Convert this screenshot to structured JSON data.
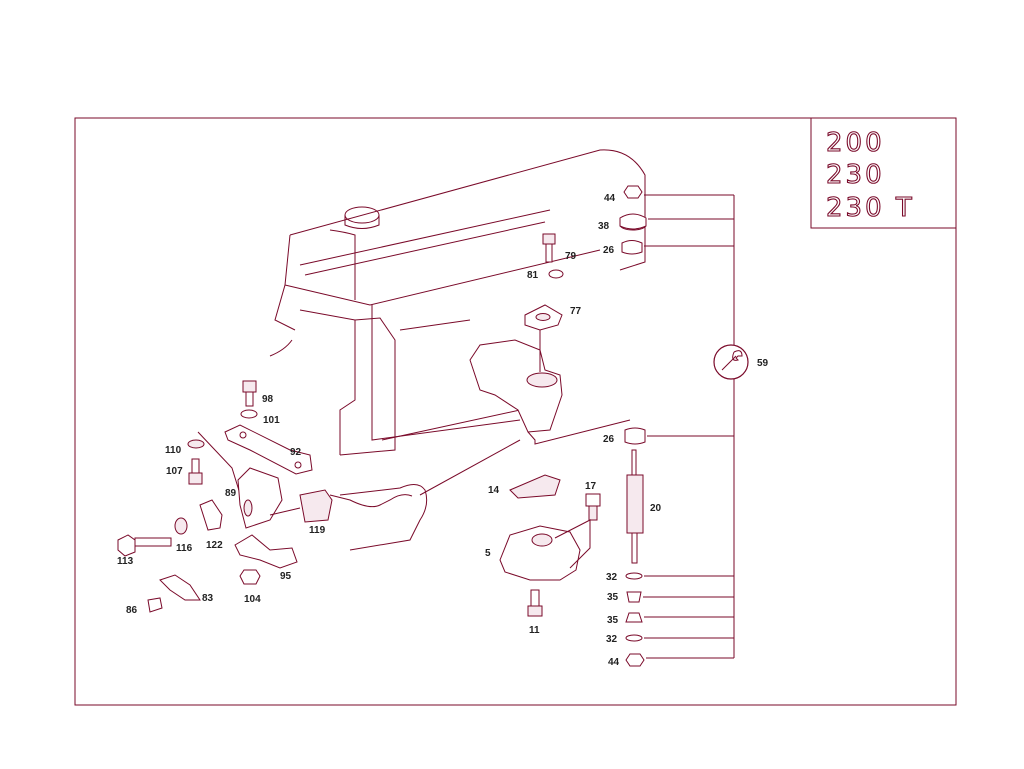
{
  "models": [
    "200",
    "230",
    "230 T"
  ],
  "callouts": {
    "c44a": "44",
    "c38": "38",
    "c26a": "26",
    "c79": "79",
    "c81": "81",
    "c77": "77",
    "c59": "59",
    "c26b": "26",
    "c20": "20",
    "c17": "17",
    "c14": "14",
    "c5": "5",
    "c11": "11",
    "c32a": "32",
    "c35a": "35",
    "c35b": "35",
    "c32b": "32",
    "c44b": "44",
    "c98": "98",
    "c101": "101",
    "c110": "110",
    "c92": "92",
    "c107": "107",
    "c89": "89",
    "c119": "119",
    "c113": "113",
    "c116": "116",
    "c122": "122",
    "c95": "95",
    "c104": "104",
    "c86": "86",
    "c83": "83"
  },
  "colors": {
    "line": "#7a0a2a",
    "frame": "#7a0a2a",
    "fill_light": "#f6e9ee"
  }
}
